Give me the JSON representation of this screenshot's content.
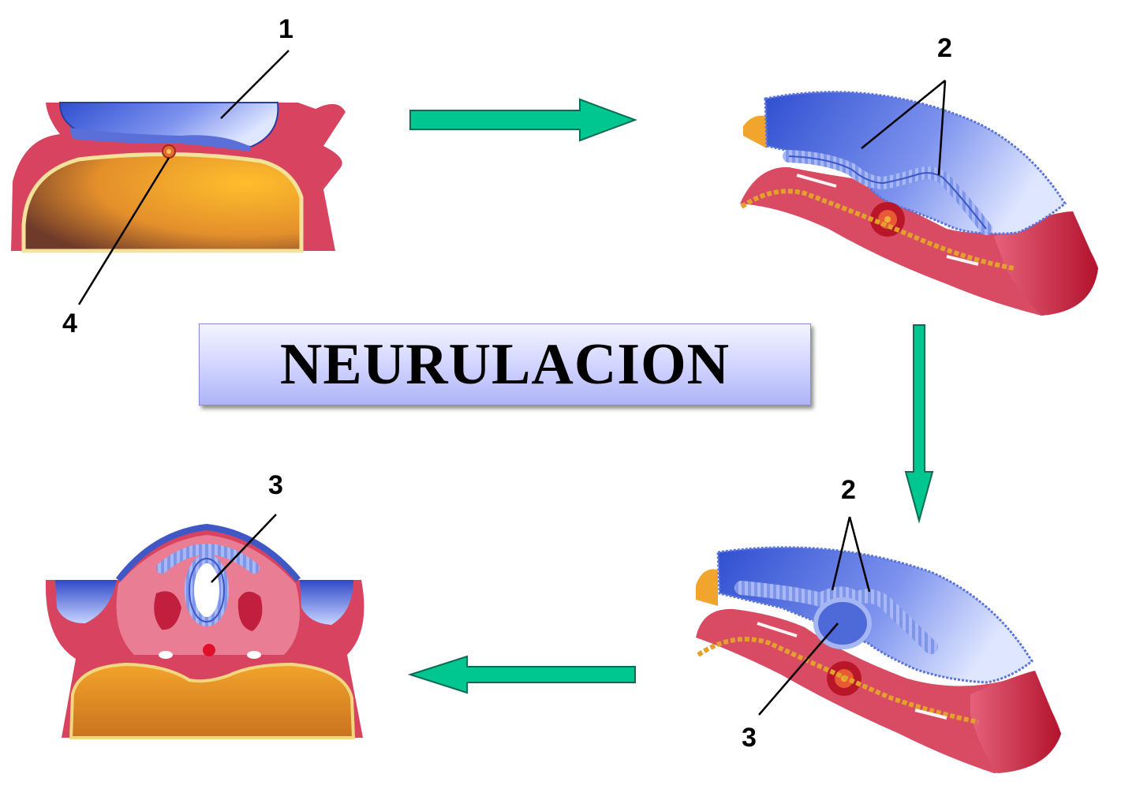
{
  "title": "NEURULACION",
  "labels": {
    "panel1_top": "1",
    "panel1_bottom": "4",
    "panel2_top": "2",
    "panel3_top": "2",
    "panel3_bottom": "3",
    "panel4_top": "3"
  },
  "colors": {
    "arrow": "#00c68f",
    "ectoderm": "#4a66d8",
    "mesoderm": "#d94a66",
    "yolk": "#e9a533",
    "title_box": "#c4c8ff"
  }
}
